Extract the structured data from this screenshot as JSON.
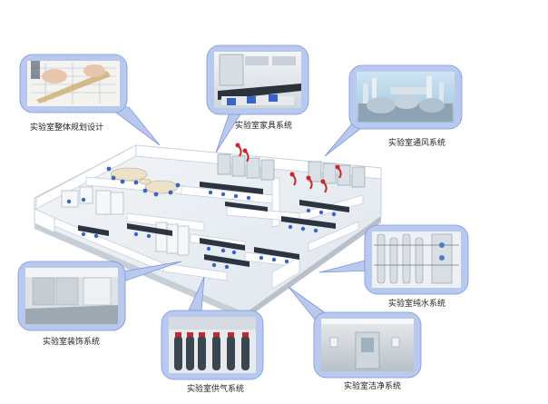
{
  "labels": {
    "planning": "实验室整体规划设计",
    "furniture": "实验室家具系统",
    "ventilation": "实验室通风系统",
    "pure_water": "实验室纯水系统",
    "decoration": "实验室装饰系统",
    "gas_supply": "实验室供气系统",
    "cleanroom": "实验室洁净系统"
  },
  "colors": {
    "bubble_fill": "#b9c9ee",
    "bubble_stroke": "#7b95dc",
    "floor": "#e9eef3",
    "wall": "#ffffff",
    "wall_shadow": "#c9d2db",
    "bench": "#2b3440",
    "chair": "#3a63c8",
    "fume_hood": "#d9e0e6",
    "accent_red": "#c7282a"
  }
}
